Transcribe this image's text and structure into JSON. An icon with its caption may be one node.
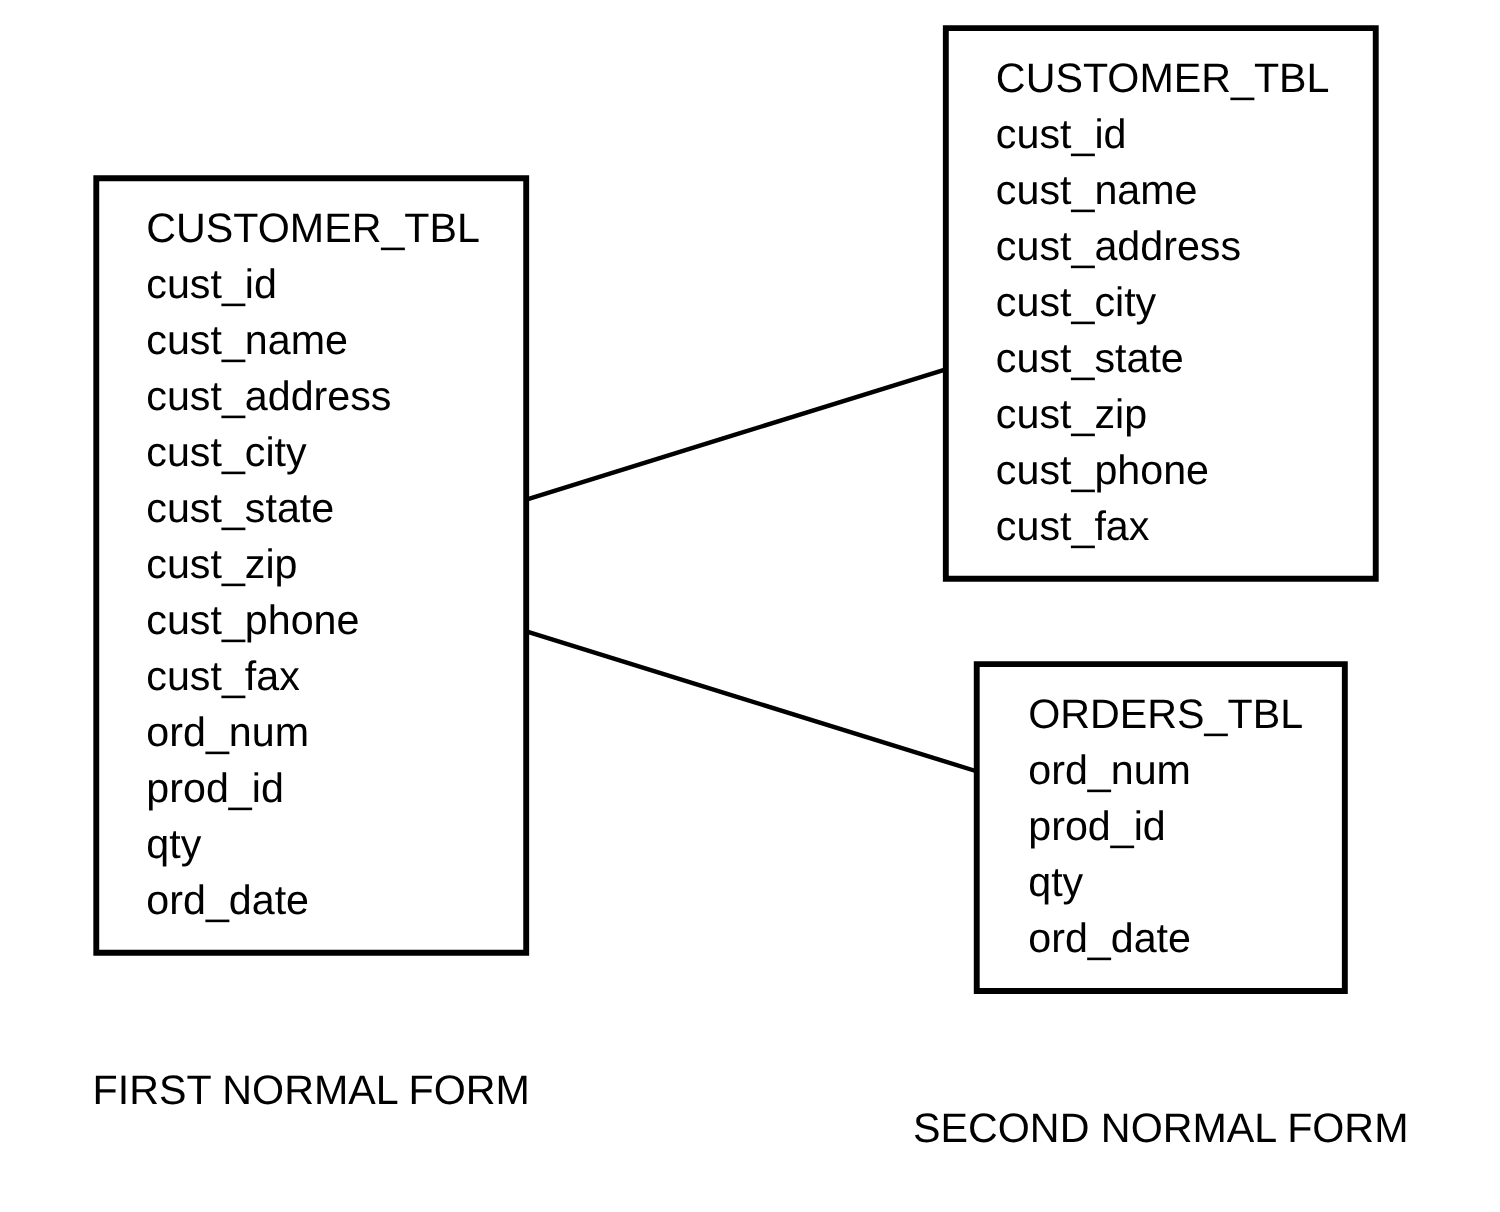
{
  "diagram": {
    "nodes": [
      {
        "text": [
          "CUSTOMER_TBL",
          "cust_id",
          "cust_name",
          "cust_address",
          "cust_city",
          "cust_state",
          "cust_zip",
          "cust_phone",
          "cust_fax",
          "ord_num",
          "prod_id",
          "qty",
          "ord_date"
        ]
      },
      {
        "text": [
          "CUSTOMER_TBL",
          "cust_id",
          "cust_name",
          "cust_address",
          "cust_city",
          "cust_state",
          "cust_zip",
          "cust_phone",
          "cust_fax"
        ]
      },
      {
        "text": [
          "ORDERS_TBL",
          "ord_num",
          "prod_id",
          "qty",
          "ord_date"
        ]
      }
    ],
    "edges": [
      {
        "from": 0,
        "to": 1,
        "arrow": "none"
      },
      {
        "from": 0,
        "to": 2,
        "arrow": "none"
      }
    ],
    "labels": [
      "FIRST NORMAL FORM",
      "SECOND NORMAL FORM"
    ]
  }
}
